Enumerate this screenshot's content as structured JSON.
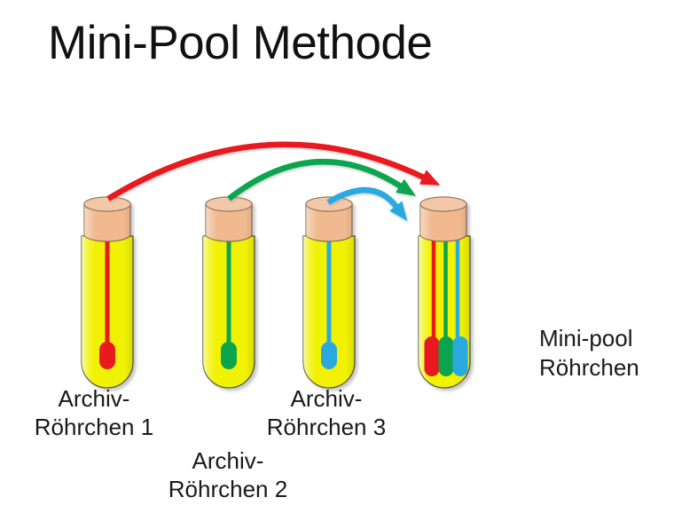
{
  "title": "Mini-Pool Methode",
  "labels": {
    "tube1": "Archiv-\nRöhrchen 1",
    "tube2": "Archiv-\nRöhrchen 2",
    "tube3": "Archiv-\nRöhrchen 3",
    "minipool": "Mini-pool\nRöhrchen"
  },
  "colors": {
    "sample-red": "#e8191f",
    "sample-green": "#0aa54e",
    "sample-blue": "#2aa9e0",
    "tube-yellow": "#f1f203",
    "cap-tan": "#f0b990",
    "title-text": "#111111",
    "label-text": "#1a1a1a",
    "background": "#ffffff"
  },
  "diagram": {
    "tubes": [
      {
        "id": "archiv-1",
        "label": "Archiv-Röhrchen 1",
        "sample_colors": [
          "red"
        ]
      },
      {
        "id": "archiv-2",
        "label": "Archiv-Röhrchen 2",
        "sample_colors": [
          "green"
        ]
      },
      {
        "id": "archiv-3",
        "label": "Archiv-Röhrchen 3",
        "sample_colors": [
          "blue"
        ]
      },
      {
        "id": "mini-pool",
        "label": "Mini-pool Röhrchen",
        "sample_colors": [
          "red",
          "green",
          "blue"
        ]
      }
    ],
    "arrows": [
      {
        "from": "archiv-1",
        "to": "mini-pool",
        "color": "red"
      },
      {
        "from": "archiv-2",
        "to": "mini-pool",
        "color": "green"
      },
      {
        "from": "archiv-3",
        "to": "mini-pool",
        "color": "blue"
      }
    ]
  }
}
